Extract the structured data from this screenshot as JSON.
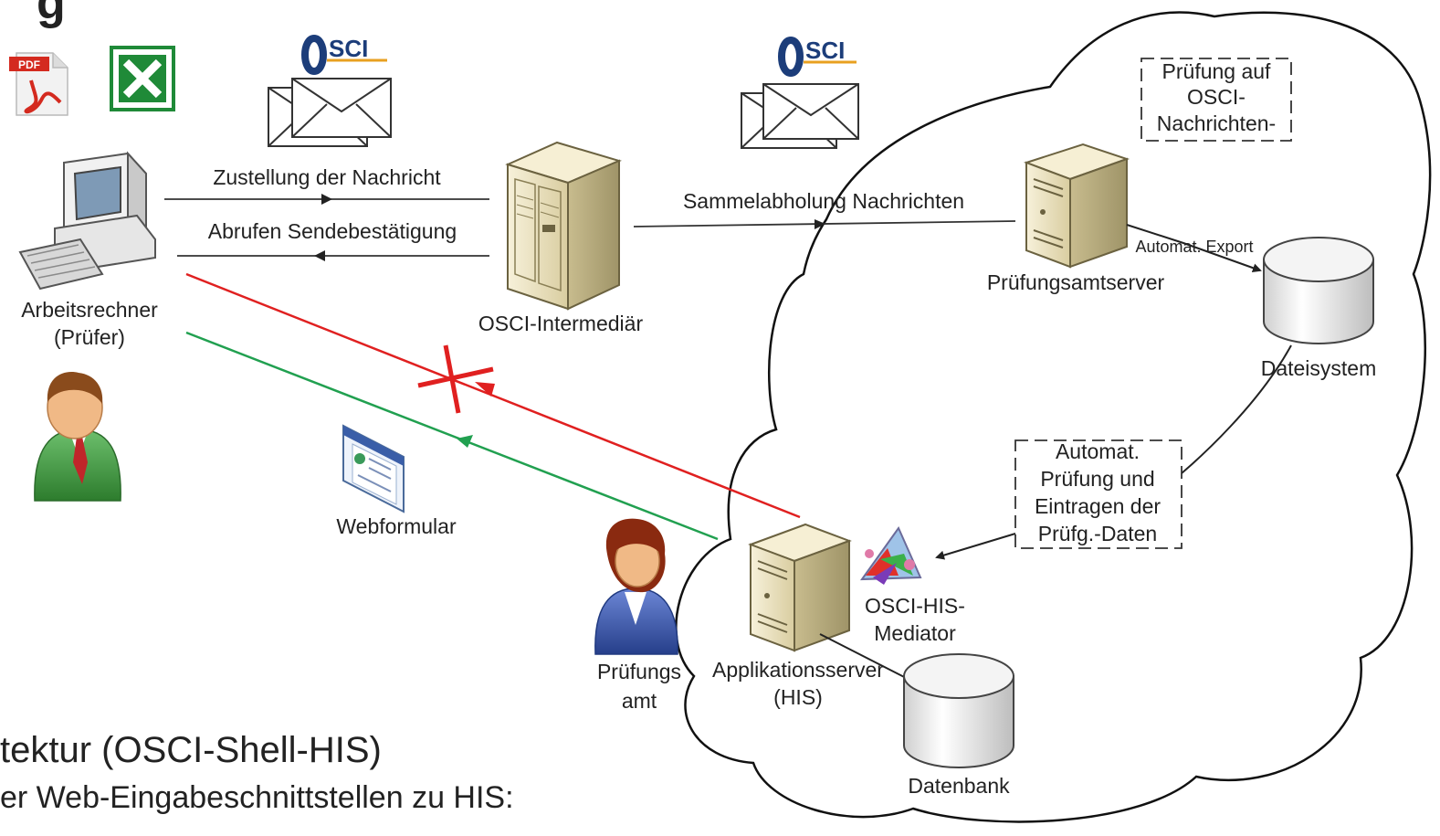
{
  "header": {
    "title_fragment": "g"
  },
  "footer": {
    "title": "tektur (OSCI-Shell-HIS)",
    "subtitle": "er Web-Eingabeschnittstellen zu HIS:"
  },
  "logos": {
    "osci": "SCI"
  },
  "documents": {
    "pdf_badge": "PDF"
  },
  "nodes": {
    "workstation": {
      "line1": "Arbeitsrechner",
      "line2": "(Prüfer)"
    },
    "intermediary": "OSCI-Intermediär",
    "exam_server": "Prüfungsamtserver",
    "filesystem": "Dateisystem",
    "mediator": {
      "line1": "OSCI-HIS-",
      "line2": "Mediator"
    },
    "app_server": {
      "line1": "Applikationsserver",
      "line2": "(HIS)"
    },
    "database": "Datenbank",
    "webform": "Webformular",
    "exam_office": {
      "line1": "Prüfungs",
      "line2": "amt"
    }
  },
  "edges": {
    "deliver": "Zustellung der Nachricht",
    "fetch_receipt": "Abrufen Sendebestätigung",
    "collect": "Sammelabholung Nachrichten",
    "auto_export": "Automat. Export"
  },
  "notes": {
    "check_osci": [
      "Prüfung auf",
      "OSCI-",
      "Nachrichten-"
    ],
    "auto_check": [
      "Automat.",
      "Prüfung und",
      "Eintragen der",
      "Prüfg.-Daten"
    ]
  },
  "colors": {
    "red_flow": "#e02020",
    "green_flow": "#21a050",
    "server_body": "#efe6c6",
    "person_green": "#3f9a3f",
    "person_blue": "#3553a8",
    "excel_green": "#1f8a38"
  }
}
